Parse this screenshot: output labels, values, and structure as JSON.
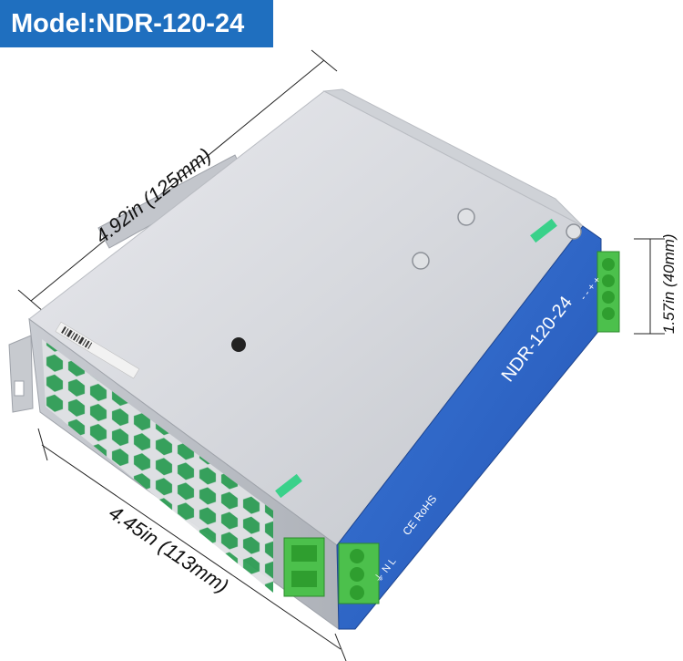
{
  "model_label": "Model:NDR-120-24",
  "dimensions": {
    "length": "4.92in (125mm)",
    "width": "4.45in (113mm)",
    "height": "1.57in (40mm)"
  },
  "product": {
    "model_text": "NDR-120-24",
    "cert_text": "CE RoHS",
    "terminals_output": "- - + +",
    "terminals_input": "⏚ N L"
  },
  "colors": {
    "banner": "#1f6fbf",
    "side_panel": "#2f63c8",
    "terminal": "#4cc04c",
    "vent": "#2f9e56",
    "metal": "#d6d8dc"
  }
}
